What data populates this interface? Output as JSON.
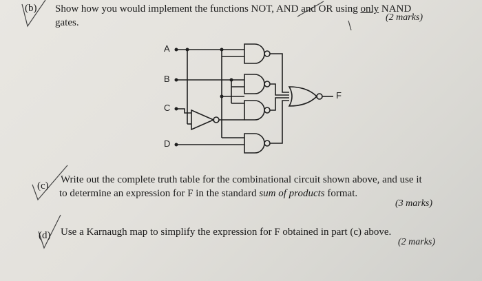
{
  "part_b": {
    "label": "(b)",
    "line1": {
      "t1": "Show how you would implement the functions NOT, AND and OR using ",
      "underlined": "only",
      "t2": " NAND"
    },
    "line2": "gates.",
    "marks": "(2 marks)"
  },
  "circuit": {
    "inputs": [
      "A",
      "B",
      "C",
      "D"
    ],
    "output": "F"
  },
  "part_c": {
    "label": "(c)",
    "line1": "Write out the complete truth table for the combinational circuit shown above, and use it",
    "line2": {
      "t1": "to determine an expression for F in the standard ",
      "italic": "sum of products",
      "t2": " format."
    },
    "marks": "(3 marks)"
  },
  "part_d": {
    "label": "(d)",
    "line1": "Use a Karnaugh map to simplify the expression for F obtained in part (c) above.",
    "marks": "(2 marks)"
  }
}
